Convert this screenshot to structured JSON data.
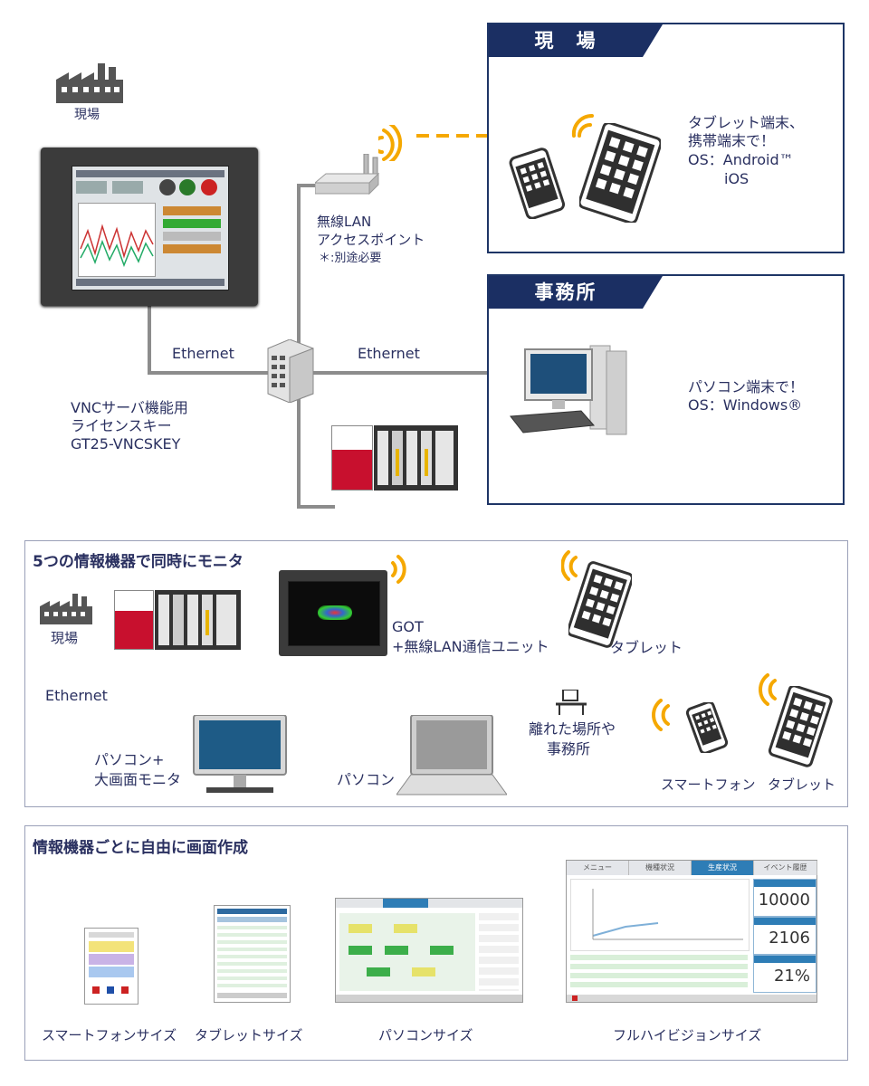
{
  "top": {
    "factory_label": "現場",
    "access_point_label_1": "無線LAN",
    "access_point_label_2": "アクセスポイント",
    "access_point_note": "＊:別途必要",
    "ethernet_left": "Ethernet",
    "ethernet_right": "Ethernet",
    "license_line1": "VNCサーバ機能用",
    "license_line2": "ライセンスキー",
    "license_line3": "GT25-VNCSKEY",
    "site_box": {
      "title": "現　場",
      "text1": "タブレット端末、",
      "text2": "携帯端末で！",
      "text3": "OS：Android™",
      "text4": "iOS"
    },
    "office_box": {
      "title": "事務所",
      "text1": "パソコン端末で！",
      "text2": "OS：Windows®"
    }
  },
  "middle": {
    "title": "5つの情報機器で同時にモニタ",
    "factory_label": "現場",
    "ethernet": "Ethernet",
    "got_label1": "GOT",
    "got_label2": "+無線LAN通信ユニット",
    "tablet_top": "タブレット",
    "remote_line1": "離れた場所や",
    "remote_line2": "事務所",
    "pc_monitor_line1": "パソコン+",
    "pc_monitor_line2": "大画面モニタ",
    "pc": "パソコン",
    "smartphone": "スマートフォン",
    "tablet_bottom": "タブレット"
  },
  "bottom": {
    "title": "情報機器ごとに自由に画面作成",
    "captions": [
      "スマートフォンサイズ",
      "タブレットサイズ",
      "パソコンサイズ",
      "フルハイビジョンサイズ"
    ],
    "fullhd": {
      "tabs": [
        "メニュー",
        "機種状況",
        "生産状況",
        "イベント履歴"
      ],
      "values": [
        "10000",
        "2106",
        "21%"
      ]
    }
  },
  "colors": {
    "navy": "#1b2f63",
    "wifi": "#f5a800",
    "line": "#8c8c8c",
    "arrow": "#f5b400"
  }
}
